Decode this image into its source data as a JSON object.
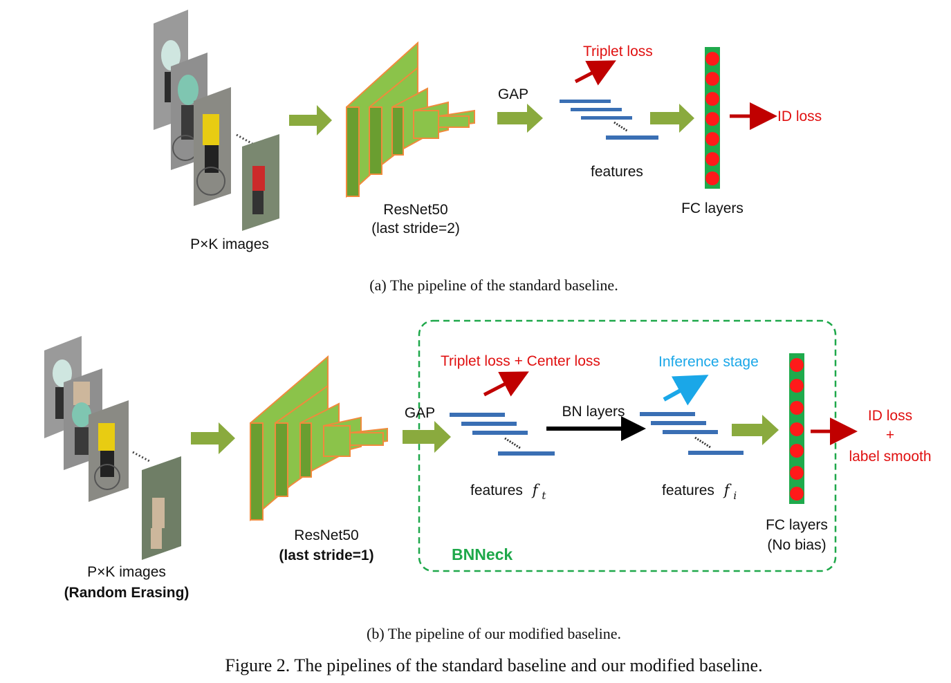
{
  "panel_a": {
    "input_label": "P×K images",
    "backbone_label": "ResNet50",
    "backbone_sub": "(last stride=2)",
    "gap_label": "GAP",
    "triplet_label": "Triplet loss",
    "features_label": "features",
    "fc_label": "FC layers",
    "id_loss_label": "ID loss",
    "caption": "(a)  The pipeline of the standard baseline."
  },
  "panel_b": {
    "input_label": "P×K images",
    "input_sub": "(Random Erasing)",
    "backbone_label": "ResNet50",
    "backbone_sub": "(last stride=1)",
    "gap_label": "GAP",
    "triplet_center_label": "Triplet loss + Center loss",
    "inference_label": "Inference stage",
    "bn_label": "BN layers",
    "features_t_label": "features",
    "features_t_symbol": "f",
    "features_t_sub": "t",
    "features_i_label": "features",
    "features_i_symbol": "f",
    "features_i_sub": "i",
    "fc_label": "FC layers",
    "fc_sub": "(No bias)",
    "bnneck_label": "BNNeck",
    "id_loss_label": "ID loss",
    "plus_label": "+",
    "label_smooth_label": "label smooth",
    "caption": "(b)  The pipeline of our modified baseline."
  },
  "figure_caption": "Figure 2. The pipelines of the standard baseline and our modified baseline.",
  "colors": {
    "layer_fill": "#8bc34a",
    "layer_side": "#6a9e30",
    "layer_stroke": "#f08a3c",
    "arrow_green": "#8aaa3e",
    "feature_bar": "#3a6fb4",
    "fc_green": "#1faa4c",
    "fc_dot": "#ff1a1a",
    "loss_red": "#c00000",
    "inference_blue": "#1aa7e8",
    "bnneck_green": "#1ea84a"
  }
}
